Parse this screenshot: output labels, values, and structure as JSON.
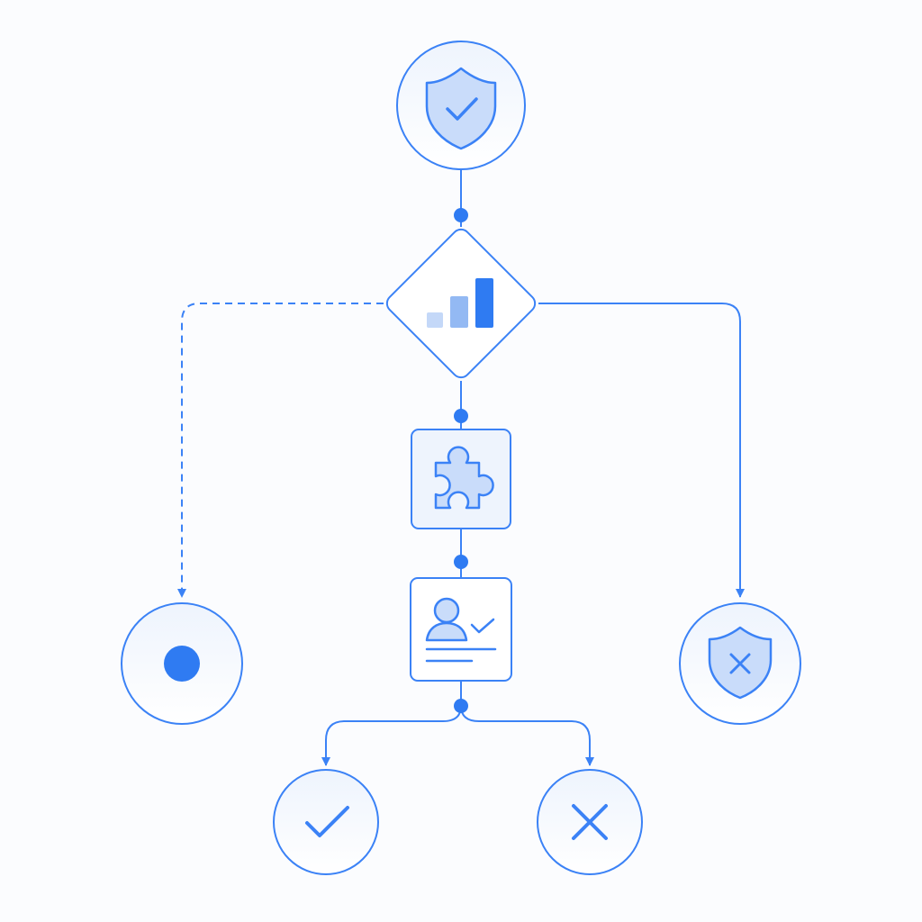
{
  "colors": {
    "stroke": "#3b82f6",
    "accent": "#2f7bf2",
    "fill_light": "#eef4fd",
    "fill_mid": "#c9dcfa",
    "bar_light": "#c4d8f8",
    "bar_mid": "#93b9f3",
    "background": "#fbfcfe"
  },
  "nodes": {
    "start": {
      "kind": "circle",
      "icon": "shield-check-icon"
    },
    "decision": {
      "kind": "diamond",
      "icon": "signal-bars-icon"
    },
    "module": {
      "kind": "square",
      "icon": "puzzle-piece-icon"
    },
    "verification": {
      "kind": "square",
      "icon": "id-card-check-icon"
    },
    "end_left": {
      "kind": "circle",
      "icon": "record-dot-icon"
    },
    "end_right": {
      "kind": "circle",
      "icon": "shield-x-icon"
    },
    "approve": {
      "kind": "circle",
      "icon": "checkmark-icon"
    },
    "reject": {
      "kind": "circle",
      "icon": "x-mark-icon"
    }
  },
  "edges": [
    {
      "from": "start",
      "to": "decision",
      "style": "solid"
    },
    {
      "from": "decision",
      "to": "end_left",
      "style": "dashed"
    },
    {
      "from": "decision",
      "to": "end_right",
      "style": "solid"
    },
    {
      "from": "decision",
      "to": "module",
      "style": "solid"
    },
    {
      "from": "module",
      "to": "verification",
      "style": "solid"
    },
    {
      "from": "verification",
      "to": "approve",
      "style": "solid"
    },
    {
      "from": "verification",
      "to": "reject",
      "style": "solid"
    }
  ]
}
